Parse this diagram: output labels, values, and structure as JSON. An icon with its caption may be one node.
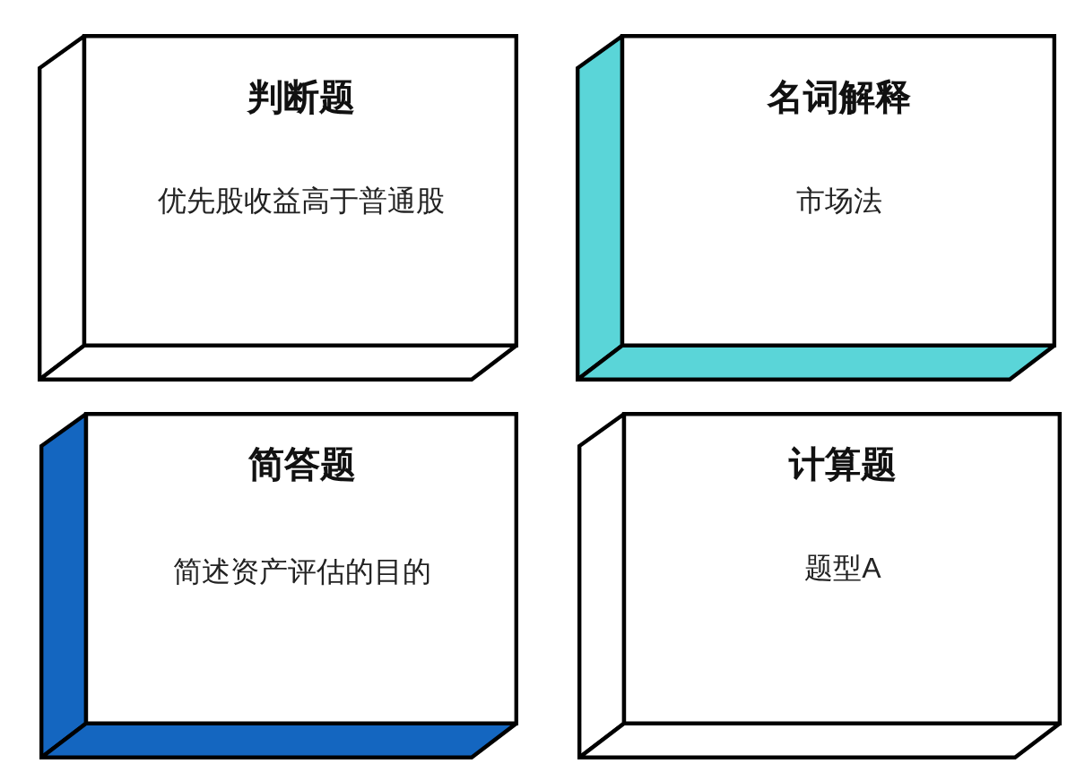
{
  "diagram": {
    "nodes": [
      {
        "text": [
          "判断题",
          "优先股收益高于普通股"
        ]
      },
      {
        "text": [
          "名词解释",
          "市场法"
        ]
      },
      {
        "text": [
          "简答题",
          "简述资产评估的目的"
        ]
      },
      {
        "text": [
          "计算题",
          "题型A"
        ]
      }
    ]
  }
}
